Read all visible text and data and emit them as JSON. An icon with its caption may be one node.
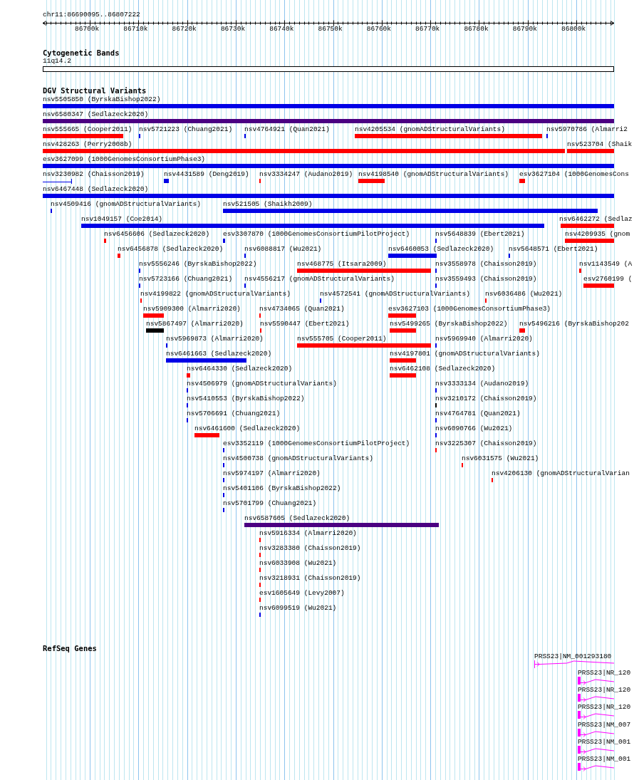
{
  "diagram": {
    "nodes": [
      {
        "text": [
          "11q14.2"
        ]
      },
      {
        "text": [
          "nsv5505850 (ByrskaBishop2022)"
        ]
      },
      {
        "text": [
          "nsv6580347 (Sedlazeck2020)"
        ]
      },
      {
        "text": [
          "nsv555665 (Cooper2011)"
        ]
      },
      {
        "text": [
          "nsv5721223 (Chuang2021)"
        ]
      },
      {
        "text": [
          "nsv4764921 (Quan2021)"
        ]
      },
      {
        "text": [
          "nsv4205534 (gnomADStructuralVariants)"
        ]
      },
      {
        "text": [
          "nsv5970786 (Almarri2"
        ]
      },
      {
        "text": [
          "nsv428263 (Perry2008b)"
        ]
      },
      {
        "text": [
          "nsv523704 (Shaik"
        ]
      },
      {
        "text": [
          "esv3627099 (1000GenomesConsortiumPhase3)"
        ]
      },
      {
        "text": [
          "nsv3230982 (Chaisson2019)"
        ]
      },
      {
        "text": [
          "nsv4431589 (Deng2019)"
        ]
      },
      {
        "text": [
          "nsv3334247 (Audano2019)"
        ]
      },
      {
        "text": [
          "nsv4198540 (gnomADStructuralVariants)"
        ]
      },
      {
        "text": [
          "esv3627104 (1000GenomesCons"
        ]
      },
      {
        "text": [
          "nsv6467448 (Sedlazeck2020)"
        ]
      },
      {
        "text": [
          "nsv4509416 (gnomADStructuralVariants)"
        ]
      },
      {
        "text": [
          "nsv521505 (Shaikh2009)"
        ]
      },
      {
        "text": [
          "nsv1049157 (Coe2014)"
        ]
      },
      {
        "text": [
          "nsv6462272 (Sedlaz"
        ]
      },
      {
        "text": [
          "nsv6456606 (Sedlazeck2020)"
        ]
      },
      {
        "text": [
          "esv3307870 (1000GenomesConsortiumPilotProject)"
        ]
      },
      {
        "text": [
          "nsv5648839 (Ebert2021)"
        ]
      },
      {
        "text": [
          "nsv4209935 (gnom"
        ]
      },
      {
        "text": [
          "nsv6456878 (Sedlazeck2020)"
        ]
      },
      {
        "text": [
          "nsv6088817 (Wu2021)"
        ]
      },
      {
        "text": [
          "nsv6460053 (Sedlazeck2020)"
        ]
      },
      {
        "text": [
          "nsv5648571 (Ebert2021)"
        ]
      },
      {
        "text": [
          "nsv5556246 (ByrskaBishop2022)"
        ]
      },
      {
        "text": [
          "nsv468775 (Itsara2009)"
        ]
      },
      {
        "text": [
          "nsv3558978 (Chaisson2019)"
        ]
      },
      {
        "text": [
          "nsv1143549 (A"
        ]
      },
      {
        "text": [
          "nsv5723166 (Chuang2021)"
        ]
      },
      {
        "text": [
          "nsv4556217 (gnomADStructuralVariants)"
        ]
      },
      {
        "text": [
          "nsv3559493 (Chaisson2019)"
        ]
      },
      {
        "text": [
          "esv2760199 ("
        ]
      },
      {
        "text": [
          "nsv4199822 (gnomADStructuralVariants)"
        ]
      },
      {
        "text": [
          "nsv4572541 (gnomADStructuralVariants)"
        ]
      },
      {
        "text": [
          "nsv6036486 (Wu2021)"
        ]
      },
      {
        "text": [
          "nsv5909300 (Almarri2020)"
        ]
      },
      {
        "text": [
          "nsv4734065 (Quan2021)"
        ]
      },
      {
        "text": [
          "esv3627103 (1000GenomesConsortiumPhase3)"
        ]
      },
      {
        "text": [
          "nsv5867497 (Almarri2020)"
        ]
      },
      {
        "text": [
          "nsv5590447 (Ebert2021)"
        ]
      },
      {
        "text": [
          "nsv5499265 (ByrskaBishop2022)"
        ]
      },
      {
        "text": [
          "nsv5496216 (ByrskaBishop202"
        ]
      },
      {
        "text": [
          "nsv5969873 (Almarri2020)"
        ]
      },
      {
        "text": [
          "nsv555705 (Cooper2011)"
        ]
      },
      {
        "text": [
          "nsv5969940 (Almarri2020)"
        ]
      },
      {
        "text": [
          "nsv6461663 (Sedlazeck2020)"
        ]
      },
      {
        "text": [
          "nsv4197801 (gnomADStructuralVariants)"
        ]
      },
      {
        "text": [
          "nsv6464330 (Sedlazeck2020)"
        ]
      },
      {
        "text": [
          "nsv6462108 (Sedlazeck2020)"
        ]
      },
      {
        "text": [
          "nsv4506979 (gnomADStructuralVariants)"
        ]
      },
      {
        "text": [
          "nsv3333134 (Audano2019)"
        ]
      },
      {
        "text": [
          "nsv5410553 (ByrskaBishop2022)"
        ]
      },
      {
        "text": [
          "nsv3210172 (Chaisson2019)"
        ]
      },
      {
        "text": [
          "nsv5706691 (Chuang2021)"
        ]
      },
      {
        "text": [
          "nsv4764781 (Quan2021)"
        ]
      },
      {
        "text": [
          "nsv6461600 (Sedlazeck2020)"
        ]
      },
      {
        "text": [
          "nsv6090766 (Wu2021)"
        ]
      },
      {
        "text": [
          "esv3352119 (1000GenomesConsortiumPilotProject)"
        ]
      },
      {
        "text": [
          "nsv3225307 (Chaisson2019)"
        ]
      },
      {
        "text": [
          "nsv4500738 (gnomADStructuralVariants)"
        ]
      },
      {
        "text": [
          "nsv6031575 (Wu2021)"
        ]
      },
      {
        "text": [
          "nsv5974197 (Almarri2020)"
        ]
      },
      {
        "text": [
          "nsv4206130 (gnomADStructuralVarian"
        ]
      },
      {
        "text": [
          "nsv5401106 (ByrskaBishop2022)"
        ]
      },
      {
        "text": [
          "nsv5701799 (Chuang2021)"
        ]
      },
      {
        "text": [
          "nsv6587605 (Sedlazeck2020)"
        ]
      },
      {
        "text": [
          "nsv5916334 (Almarri2020)"
        ]
      },
      {
        "text": [
          "nsv3283380 (Chaisson2019)"
        ]
      },
      {
        "text": [
          "nsv6033908 (Wu2021)"
        ]
      },
      {
        "text": [
          "nsv3218931 (Chaisson2019)"
        ]
      },
      {
        "text": [
          "esv1605649 (Levy2007)"
        ]
      },
      {
        "text": [
          "nsv6099519 (Wu2021)"
        ]
      },
      {
        "text": [
          "PRSS23|NM_001293180"
        ]
      },
      {
        "text": [
          "PRSS23|NR_120"
        ]
      },
      {
        "text": [
          "PRSS23|NR_120"
        ]
      },
      {
        "text": [
          "PRSS23|NR_120"
        ]
      },
      {
        "text": [
          "PRSS23|NM_007"
        ]
      },
      {
        "text": [
          "PRSS23|NM_001"
        ]
      },
      {
        "text": [
          "PRSS23|NM_001"
        ]
      }
    ],
    "edges": [],
    "labels": [
      "chr11:86690095..86807222",
      "86700k",
      "86710k",
      "86720k",
      "86730k",
      "86740k",
      "86750k",
      "86760k",
      "86770k",
      "86780k",
      "86790k",
      "86800k",
      "Cytogenetic Bands",
      "DGV Structural Variants",
      "RefSeq Genes"
    ]
  }
}
